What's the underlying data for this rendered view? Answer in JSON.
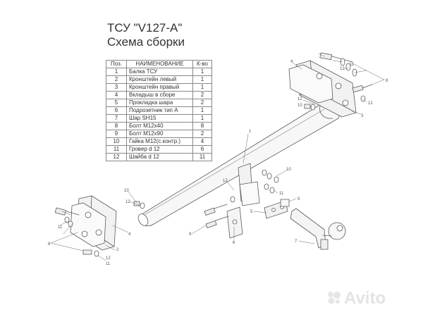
{
  "title": {
    "line1": "ТСУ \"V127-A\"",
    "line2": "Схема сборки"
  },
  "parts_table": {
    "headers": {
      "pos": "Поз.",
      "name": "НАИМЕНОВАНИЕ",
      "qty": "К-во"
    },
    "rows": [
      {
        "pos": "1",
        "name": "Балка ТСУ",
        "qty": "1"
      },
      {
        "pos": "2",
        "name": "Кронштейн левый",
        "qty": "1"
      },
      {
        "pos": "3",
        "name": "Кронштейн правый",
        "qty": "1"
      },
      {
        "pos": "4",
        "name": "Вкладыш в сборе",
        "qty": "2"
      },
      {
        "pos": "5",
        "name": "Прокладка шара",
        "qty": "2"
      },
      {
        "pos": "6",
        "name": "Подрозетник тип А",
        "qty": "1"
      },
      {
        "pos": "7",
        "name": "Шар SH15",
        "qty": "1"
      },
      {
        "pos": "8",
        "name": "Болт М12х40",
        "qty": "8"
      },
      {
        "pos": "9",
        "name": "Болт М12х90",
        "qty": "2"
      },
      {
        "pos": "10",
        "name": "Гайка М12(с.контр.)",
        "qty": "4"
      },
      {
        "pos": "11",
        "name": "Гровер d 12",
        "qty": "6"
      },
      {
        "pos": "12",
        "name": "Шайба d 12",
        "qty": "11"
      }
    ]
  },
  "callouts": {
    "beam": "1",
    "left_bracket": "2",
    "right_bracket": "3",
    "insert": "4",
    "ball_plate": "5",
    "socket_plate": "6",
    "ball": "7",
    "bolt_40": "8",
    "bolt_90": "9",
    "nut": "10",
    "lock_washer": "11",
    "washer": "12"
  },
  "watermark": {
    "text": "Avito",
    "icon": "avito-logo-icon"
  },
  "colors": {
    "line": "#5a5a5a",
    "accent_fill": "#f2f2f2"
  }
}
